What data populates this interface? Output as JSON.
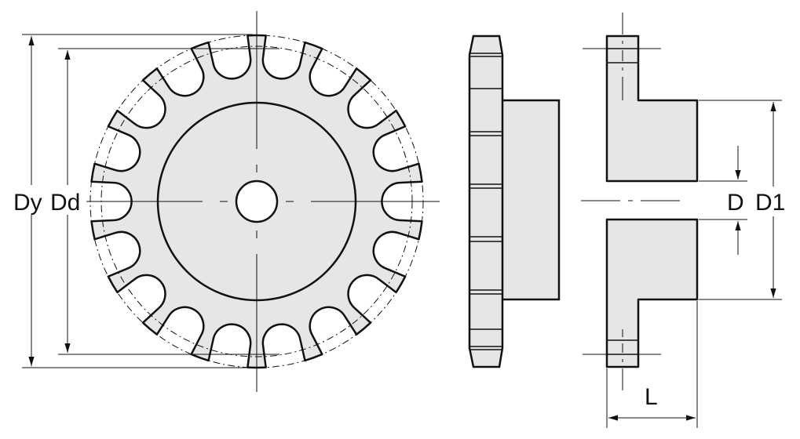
{
  "labels": {
    "dy": "Dy",
    "dd": "Dd",
    "d": "D",
    "d1": "D1",
    "l": "L"
  },
  "sprocket": {
    "teeth": 18
  },
  "colors": {
    "fill": "#e6e6e6",
    "stroke": "#111111"
  }
}
